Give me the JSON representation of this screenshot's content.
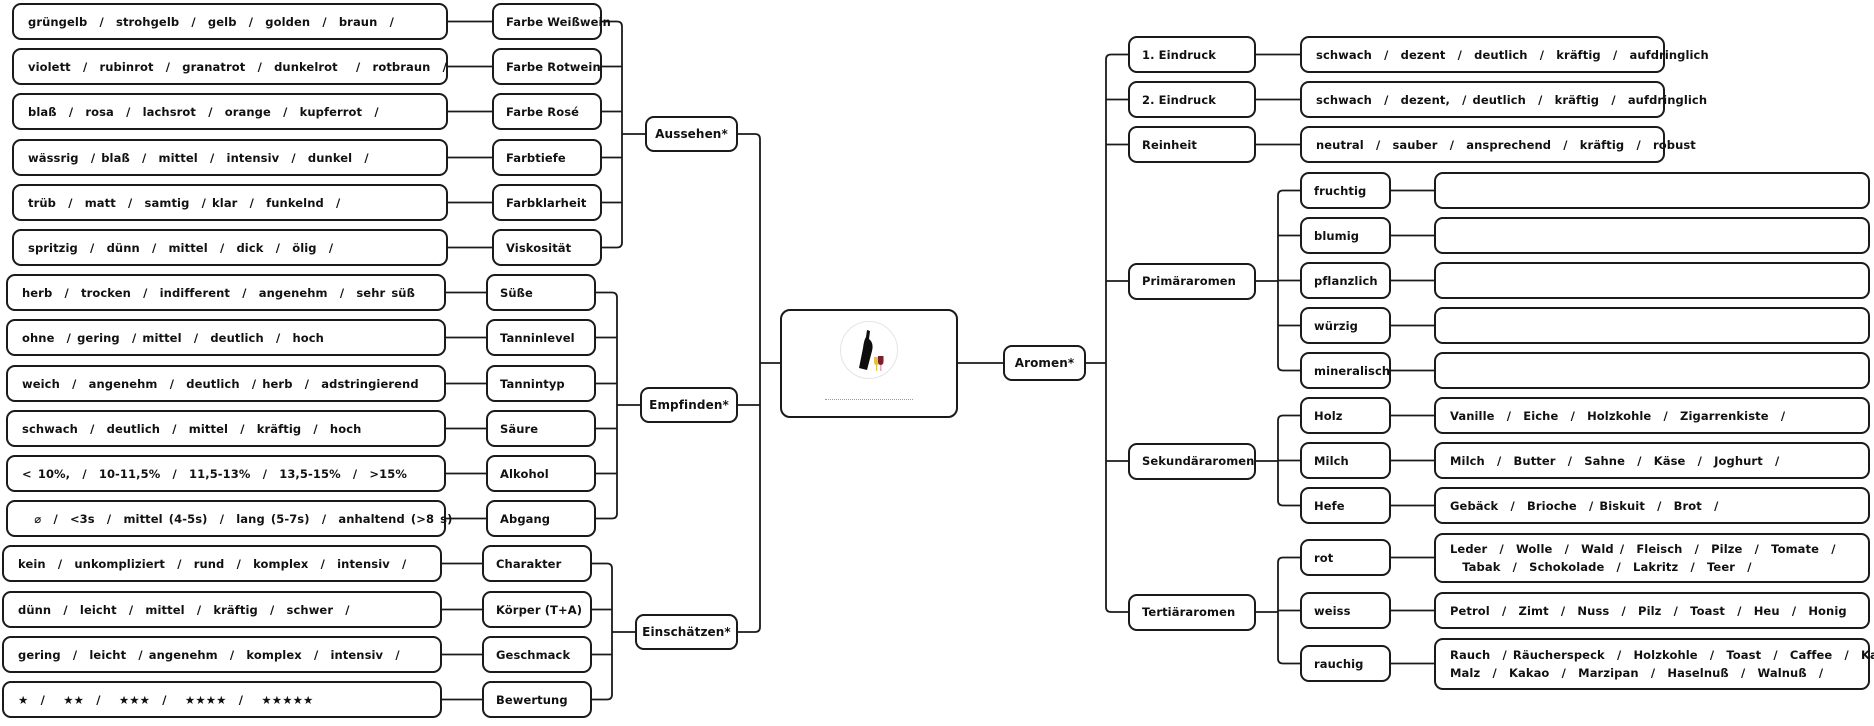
{
  "center": {
    "icon": "wine-bottle-glass-icon",
    "title_placeholder": ""
  },
  "colors": {
    "line": "#1a1a1a",
    "glass_white": "#e8c23a",
    "glass_red": "#7a1f2b"
  },
  "left": [
    {
      "id": "aussehen",
      "label": "Aussehen*",
      "items": [
        {
          "label": "Farbe Weißwein",
          "options": "grüngelb  /  strohgelb  /  gelb  /  golden  /  braun  /"
        },
        {
          "label": "Farbe Rotwein",
          "options": "violett  /  rubinrot  /  granatrot  /  dunkelrot   /  rotbraun  /"
        },
        {
          "label": "Farbe Rosé",
          "options": "blaß  /  rosa  /  lachsrot  /  orange  /  kupferrot  /"
        },
        {
          "label": "Farbtiefe",
          "options": "wässrig  / blaß  /  mittel  /  intensiv  /  dunkel  /"
        },
        {
          "label": "Farbklarheit",
          "options": "trüb  /  matt  /  samtig  / klar  /  funkelnd  /"
        },
        {
          "label": "Viskosität",
          "options": "spritzig  /  dünn  /  mittel  /  dick  /  ölig  /"
        }
      ]
    },
    {
      "id": "empfinden",
      "label": "Empfinden*",
      "items": [
        {
          "label": "Süße",
          "options": "herb  /  trocken  /  indifferent  /  angenehm  /  sehr süß"
        },
        {
          "label": "Tanninlevel",
          "options": "ohne  / gering  / mittel  /  deutlich  /  hoch"
        },
        {
          "label": "Tannintyp",
          "options": "weich  /  angenehm  /  deutlich  / herb  /  adstringierend"
        },
        {
          "label": "Säure",
          "options": "schwach  /  deutlich  /  mittel  /  kräftig  /  hoch"
        },
        {
          "label": "Alkohol",
          "options": "< 10%,  /  10-11,5%  /  11,5-13%  /  13,5-15%  /  >15%"
        },
        {
          "label": "Abgang",
          "options": "  ⌀  /  <3s  /  mittel (4-5s)  /  lang (5-7s)  /  anhaltend (>8 s)"
        }
      ]
    },
    {
      "id": "einschaetzen",
      "label": "Einschätzen*",
      "items": [
        {
          "label": "Charakter",
          "options": "kein  /  unkompliziert  /  rund  /  komplex  /  intensiv  /"
        },
        {
          "label": "Körper (T+A)",
          "options": "dünn  /  leicht  /  mittel  /  kräftig  /  schwer  /"
        },
        {
          "label": "Geschmack",
          "options": "gering  /  leicht  / angenehm  /  komplex  /  intensiv  /"
        },
        {
          "label": "Bewertung",
          "options": "★  /   ★★  /   ★★★  /   ★★★★  /   ★★★★★"
        }
      ]
    }
  ],
  "right": {
    "id": "aromen",
    "label": "Aromen*",
    "simple": [
      {
        "label": "1. Eindruck",
        "options": "schwach  /  dezent  /  deutlich  /  kräftig  /  aufdringlich"
      },
      {
        "label": "2. Eindruck",
        "options": "schwach  /  dezent,  / deutlich  /  kräftig  /  aufdringlich"
      },
      {
        "label": "Reinheit",
        "options": "neutral  /  sauber  /  ansprechend  /  kräftig  /  robust"
      }
    ],
    "groups": [
      {
        "label": "Primäraromen",
        "items": [
          {
            "label": "fruchtig",
            "lines": []
          },
          {
            "label": "blumig",
            "lines": []
          },
          {
            "label": "pflanzlich",
            "lines": []
          },
          {
            "label": "würzig",
            "lines": []
          },
          {
            "label": "mineralisch",
            "lines": []
          }
        ]
      },
      {
        "label": "Sekundäraromen",
        "items": [
          {
            "label": "Holz",
            "lines": [
              "Vanille  /  Eiche  /  Holzkohle  /  Zigarrenkiste  /"
            ]
          },
          {
            "label": "Milch",
            "lines": [
              "Milch  /  Butter  /  Sahne  /  Käse  /  Joghurt  /"
            ]
          },
          {
            "label": "Hefe",
            "lines": [
              "Gebäck  /  Brioche  / Biskuit  /  Brot  /"
            ]
          }
        ]
      },
      {
        "label": "Tertiäraromen",
        "items": [
          {
            "label": "rot",
            "lines": [
              "Leder  /  Wolle  /  Wald /  Fleisch  /  Pilze  /  Tomate  /",
              "  Tabak  /  Schokolade  /  Lakritz  /  Teer  /"
            ]
          },
          {
            "label": "weiss",
            "lines": [
              "Petrol  /  Zimt  /  Nuss  /  Pilz  /  Toast  /  Heu  /  Honig"
            ]
          },
          {
            "label": "rauchig",
            "lines": [
              "Rauch  / Räucherspeck  /  Holzkohle  /  Toast  /  Caffee  /  Karamel  /",
              "Malz  /  Kakao  /  Marzipan  /  Haselnuß  /  Walnuß  /"
            ]
          }
        ]
      }
    ]
  }
}
